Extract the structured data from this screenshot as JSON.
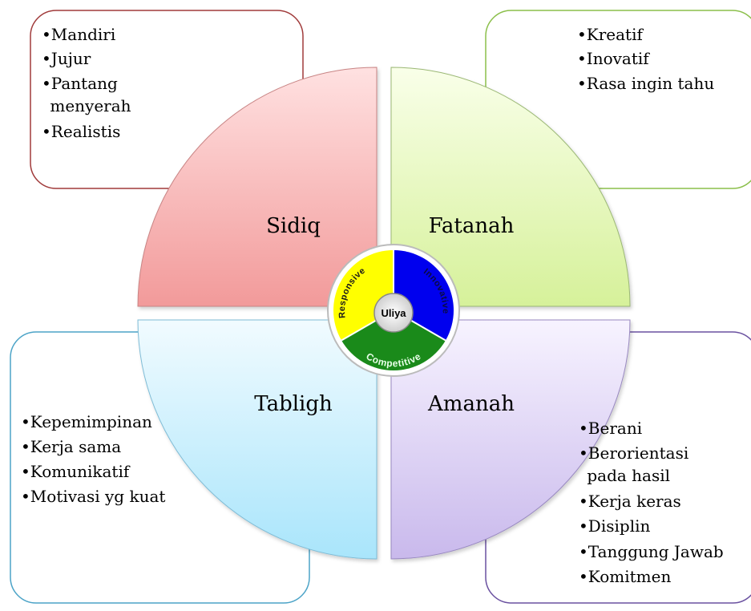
{
  "center": {
    "label": "Uliya",
    "segments": [
      {
        "label": "Responsive",
        "color": "#ffff00"
      },
      {
        "label": "Innovative",
        "color": "#0000ee"
      },
      {
        "label": "Competitive",
        "color": "#1a8a1a"
      }
    ]
  },
  "quadrants": [
    {
      "id": "sidiq",
      "title": "Sidiq",
      "fill": "#f6a7a7",
      "border": "#a03a3a",
      "items": [
        "•Mandiri",
        "•Jujur",
        "•Pantang",
        " menyerah",
        "•Realistis"
      ]
    },
    {
      "id": "fatanah",
      "title": "Fatanah",
      "fill": "#dff2b0",
      "border": "#8bbf4a",
      "items": [
        "•Kreatif",
        "•Inovatif",
        "•Rasa ingin tahu"
      ]
    },
    {
      "id": "tabligh",
      "title": "Tabligh",
      "fill": "#bfe9f8",
      "border": "#4ba3c7",
      "items": [
        "•Kepemimpinan",
        "•Kerja sama",
        "•Komunikatif",
        "•Motivasi yg kuat"
      ]
    },
    {
      "id": "amanah",
      "title": "Amanah",
      "fill": "#d8cdf0",
      "border": "#6a51a0",
      "items": [
        "•Berani",
        "•Berorientasi",
        " pada hasil",
        "•Kerja keras",
        "•Disiplin",
        "•Tanggung Jawab",
        "•Komitmen"
      ]
    }
  ]
}
